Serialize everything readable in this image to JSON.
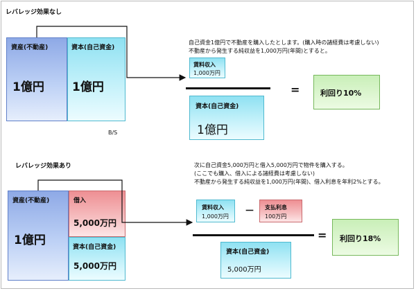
{
  "no_leverage": {
    "heading": "レバレッジ効果なし",
    "asset_label": "資産(不動産)",
    "asset_value": "1億円",
    "capital_label": "資本(自己資金)",
    "capital_value": "1億円",
    "bs_label": "B/S",
    "note_line1": "自己資金1億円で不動産を購入したとします。(購入時の諸経費は考慮しない)",
    "note_line2": "不動産から発生する純収益を1,000万円(年間)とすると。",
    "income_label": "賃料収入",
    "income_value": "1,000万円",
    "denominator_label": "資本(自己資金)",
    "denominator_value": "1億円",
    "equals": "=",
    "result": "利回り10%"
  },
  "with_leverage": {
    "heading": "レバレッジ効果あり",
    "asset_label": "資産(不動産)",
    "asset_value": "1億円",
    "loan_label": "借入",
    "loan_value": "5,000万円",
    "capital_label": "資本(自己資金)",
    "capital_value": "5,000万円",
    "note_line1": "次に自己資金5,000万円と借入5,000万円で物件を購入する。",
    "note_line2": "(ここでも購入、借入による諸経費は考慮しない)",
    "note_line3": "不動産から発生する純収益を1,000万円(年間)、借入利息を年利2%とする。",
    "income_label": "賃料収入",
    "income_value": "1,000万円",
    "minus": "－",
    "interest_label": "支払利息",
    "interest_value": "100万円",
    "denominator_label": "資本(自己資金)",
    "denominator_value": "5,000万円",
    "equals": "=",
    "result": "利回り18%"
  }
}
